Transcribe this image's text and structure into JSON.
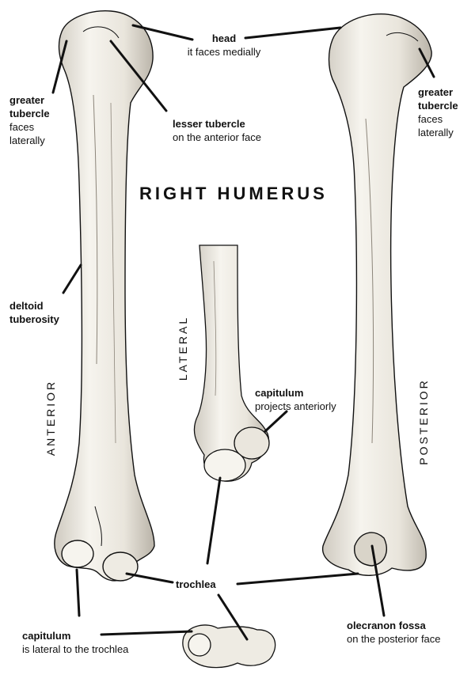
{
  "title": "RIGHT HUMERUS",
  "views": {
    "anterior": "ANTERIOR",
    "lateral": "LATERAL",
    "posterior": "POSTERIOR"
  },
  "labels": {
    "head": {
      "name": "head",
      "note": "it faces medially"
    },
    "greater_tubercle_left": {
      "line1": "greater",
      "line2": "tubercle",
      "note1": "faces",
      "note2": "laterally"
    },
    "lesser_tubercle": {
      "name": "lesser tubercle",
      "note": "on the anterior face"
    },
    "greater_tubercle_right": {
      "line1": "greater",
      "line2": "tubercle",
      "note1": "faces",
      "note2": "laterally"
    },
    "deltoid_tuberosity": {
      "line1": "deltoid",
      "line2": "tuberosity"
    },
    "capitulum_lateral": {
      "name": "capitulum",
      "note": "projects anteriorly"
    },
    "trochlea": {
      "name": "trochlea"
    },
    "capitulum_bottom": {
      "name": "capitulum",
      "note": "is lateral to the trochlea"
    },
    "olecranon_fossa": {
      "name": "olecranon fossa",
      "note": "on the posterior face"
    }
  },
  "colors": {
    "bone_fill": "#f2f0ea",
    "ink": "#111111",
    "shade": "#cfcac0"
  }
}
